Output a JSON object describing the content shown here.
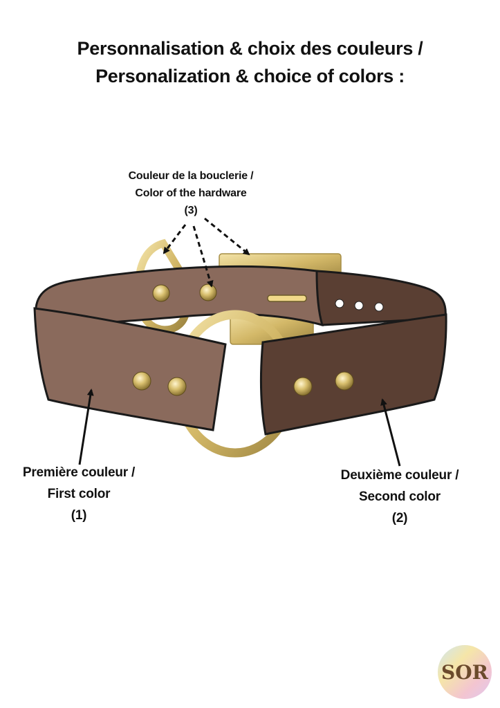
{
  "title": {
    "line1": "Personnalisation & choix des couleurs /",
    "line2": "Personalization & choice of colors :"
  },
  "labels": {
    "hardware": {
      "fr": "Couleur de la bouclerie /",
      "en": "Color of the hardware",
      "num": "(3)"
    },
    "first": {
      "fr": "Première couleur /",
      "en": "First color",
      "num": "(1)"
    },
    "second": {
      "fr": "Deuxième couleur /",
      "en": "Second color",
      "num": "(2)"
    }
  },
  "logo": {
    "text": "SOR"
  },
  "colors": {
    "first_color": "#8a6a5c",
    "second_color": "#5a3f33",
    "hardware": "#d8c27a",
    "outline": "#1a1a1a"
  }
}
